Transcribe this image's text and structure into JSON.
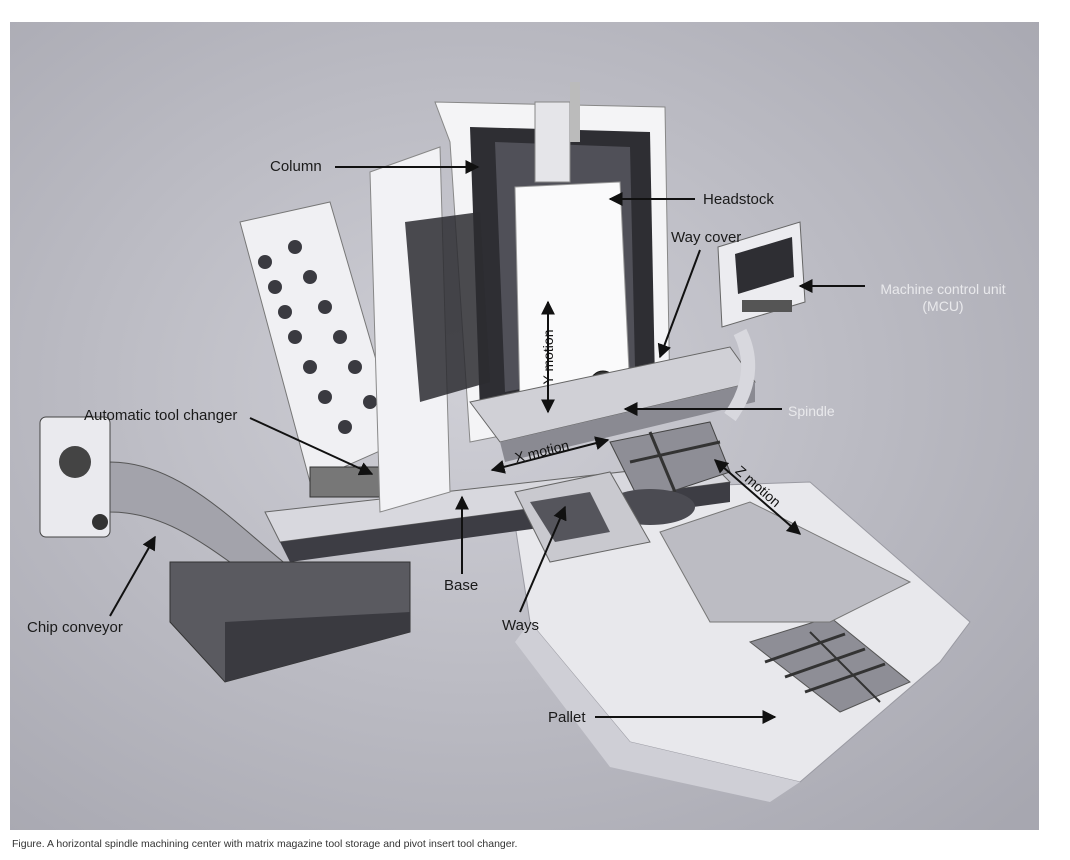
{
  "labels": {
    "column": "Column",
    "headstock": "Headstock",
    "way_cover": "Way cover",
    "mcu_line1": "Machine control unit",
    "mcu_line2": "(MCU)",
    "automatic_tool_changer": "Automatic tool changer",
    "spindle": "Spindle",
    "chip_conveyor": "Chip conveyor",
    "base": "Base",
    "ways": "Ways",
    "pallet": "Pallet",
    "y_motion": "Y motion",
    "x_motion": "X motion",
    "z_motion": "Z motion"
  },
  "caption": "Figure. A horizontal spindle machining center with matrix magazine tool storage and pivot insert tool changer.",
  "colors": {
    "background": "#b9b9c1",
    "machine_body": "#eeeef0",
    "dark_parts": "#2e2e33",
    "arrow": "#111111",
    "label_light": "#e9e9ec"
  }
}
